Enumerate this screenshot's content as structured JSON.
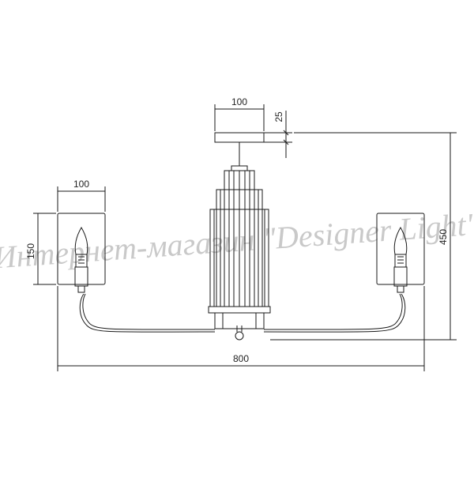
{
  "dimensions": {
    "top_canopy_width": "100",
    "canopy_height": "25",
    "shade_width": "100",
    "shade_height": "150",
    "total_height": "450",
    "total_width": "800"
  },
  "watermark": "Интернет-магазин \"Designer Light\"",
  "colors": {
    "line": "#1a1a1a",
    "watermark": "#c9c9c9"
  }
}
